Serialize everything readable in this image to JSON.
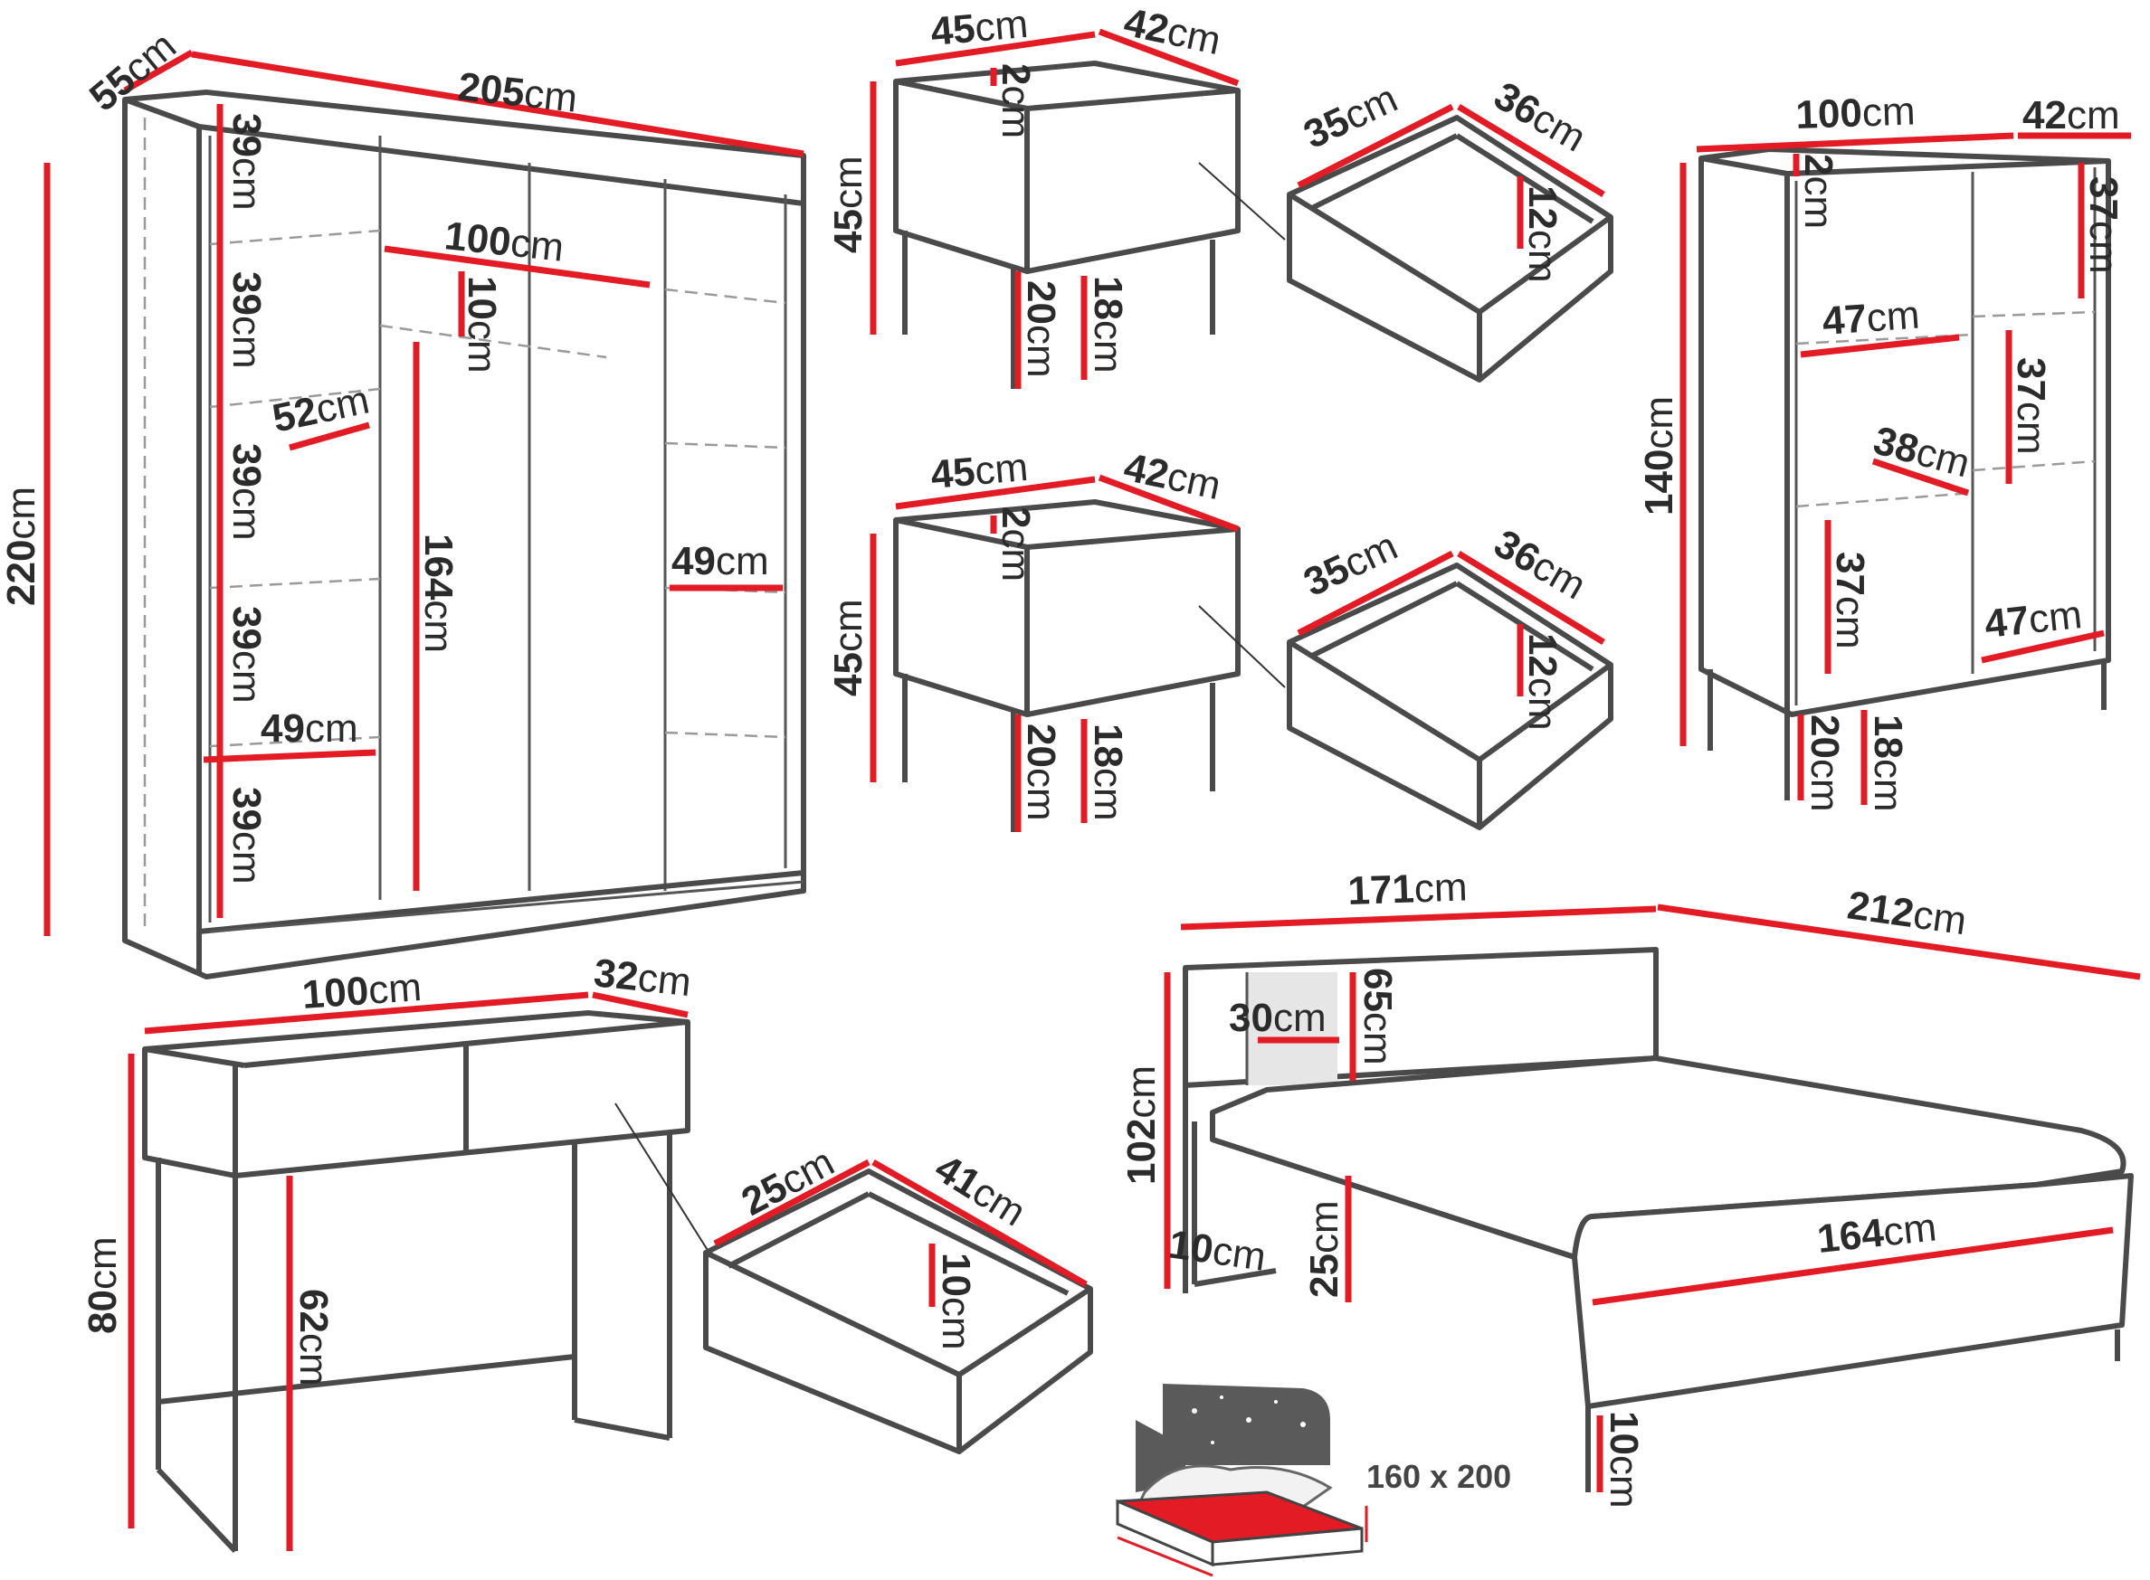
{
  "dimensions": {
    "wardrobe": {
      "depth": "55",
      "width": "205",
      "height": "220",
      "shelf1": "39",
      "shelf2": "39",
      "shelf3": "39",
      "shelf4": "39",
      "shelf5": "39",
      "shelf_depth": "52",
      "left_width": "49",
      "rail_width": "100",
      "rail_gap": "10",
      "hang_height": "164",
      "right_width": "49"
    },
    "nightstand_top": {
      "width": "45",
      "depth": "42",
      "top": "2",
      "height": "45",
      "leg": "20",
      "clearance": "18",
      "drawer_width": "35",
      "drawer_depth": "36",
      "drawer_height": "12"
    },
    "nightstand_bottom": {
      "width": "45",
      "depth": "42",
      "top": "2",
      "height": "45",
      "leg": "20",
      "clearance": "18",
      "drawer_width": "35",
      "drawer_depth": "36",
      "drawer_height": "12"
    },
    "bookcase": {
      "width": "100",
      "depth": "42",
      "top": "2",
      "height": "140",
      "r1": "37",
      "r2": "37",
      "l1": "37",
      "shelf_width_top": "47",
      "shelf_depth": "38",
      "shelf_width_bottom": "47",
      "leg": "20",
      "clearance": "18"
    },
    "desk": {
      "width": "100",
      "depth": "32",
      "height": "80",
      "clearance": "62",
      "drawer_width": "25",
      "drawer_depth": "41",
      "drawer_height": "10"
    },
    "bed": {
      "width": "171",
      "length": "212",
      "height": "102",
      "panel_width": "30",
      "panel_height": "65",
      "side_height": "25",
      "base": "10",
      "inner": "164",
      "leg": "10"
    }
  },
  "unit": "cm",
  "mattress_size": "160 x 200",
  "colors": {
    "measure": "#e21b24",
    "outline": "#4a4a4a",
    "guide": "#9a9a9a"
  }
}
